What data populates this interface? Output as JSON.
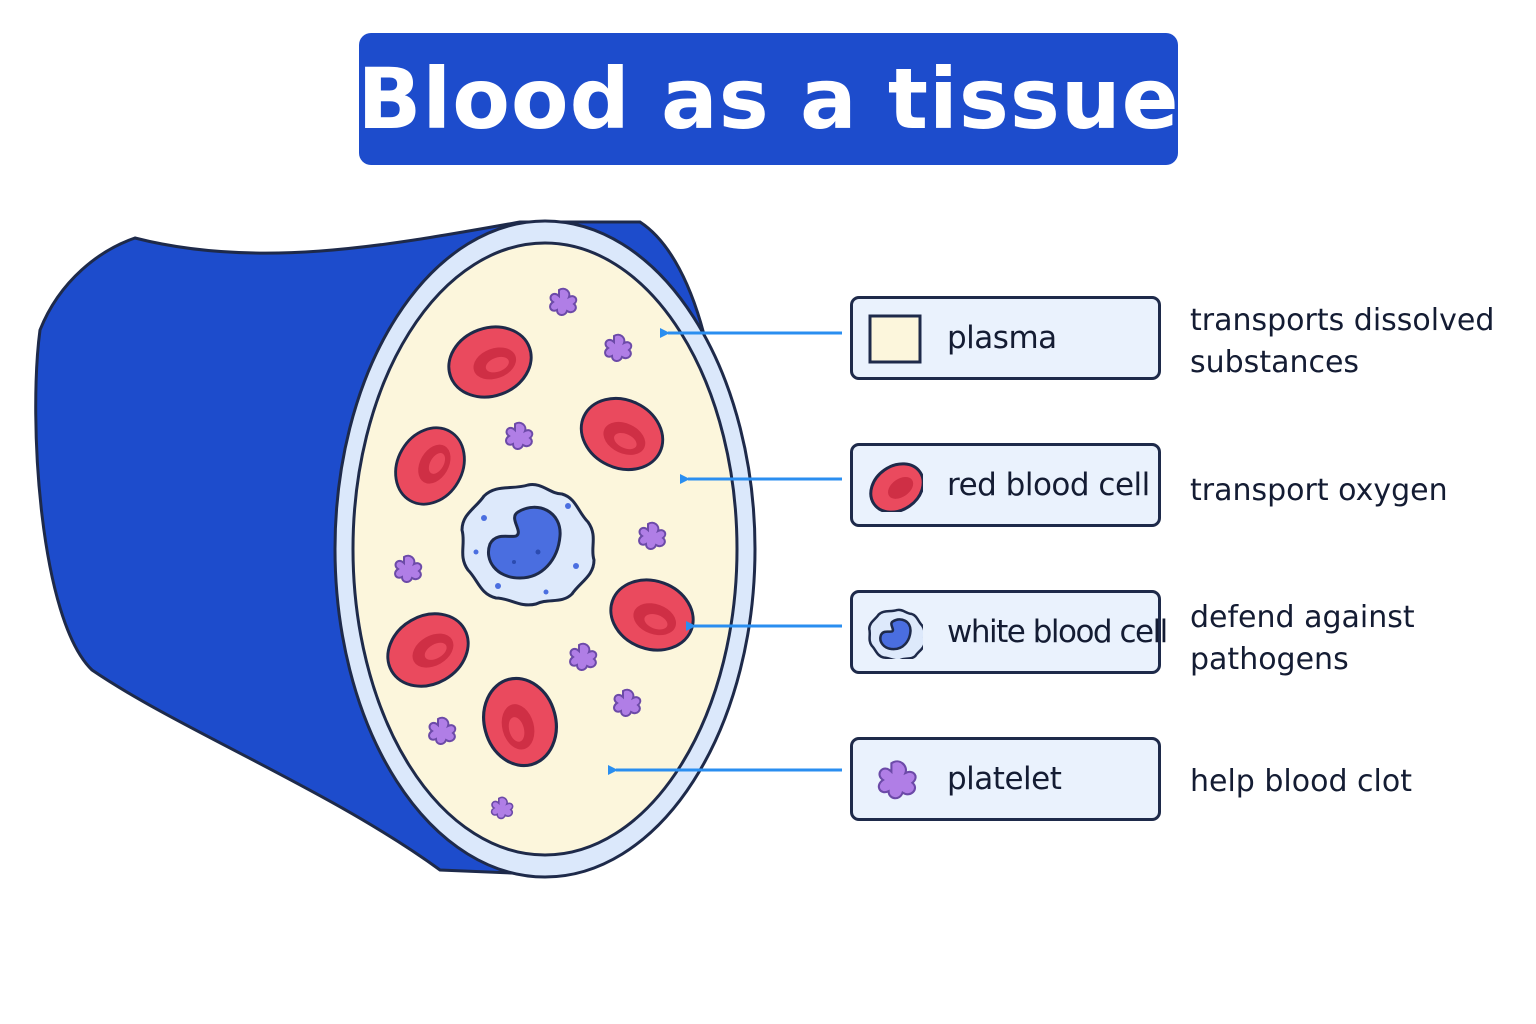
{
  "title": "Blood as a tissue",
  "colors": {
    "title_bg": "#1d4ccc",
    "vessel": "#1d4ccc",
    "plasma": "#fcf6dc",
    "red_cell": "#ea4a5e",
    "white_cell_nucleus": "#4a6ee0",
    "platelet": "#b07ee6",
    "arrow": "#2a8ef0",
    "legend_bg": "#eaf2fd"
  },
  "legend": [
    {
      "label": "plasma",
      "icon": "plasma-swatch",
      "description": "transports dissolved substances"
    },
    {
      "label": "red blood cell",
      "icon": "red-blood-cell-icon",
      "description": "transport oxygen"
    },
    {
      "label": "white blood cell",
      "icon": "white-blood-cell-icon",
      "description": "defend against pathogens"
    },
    {
      "label": "platelet",
      "icon": "platelet-icon",
      "description": "help blood clot"
    }
  ]
}
